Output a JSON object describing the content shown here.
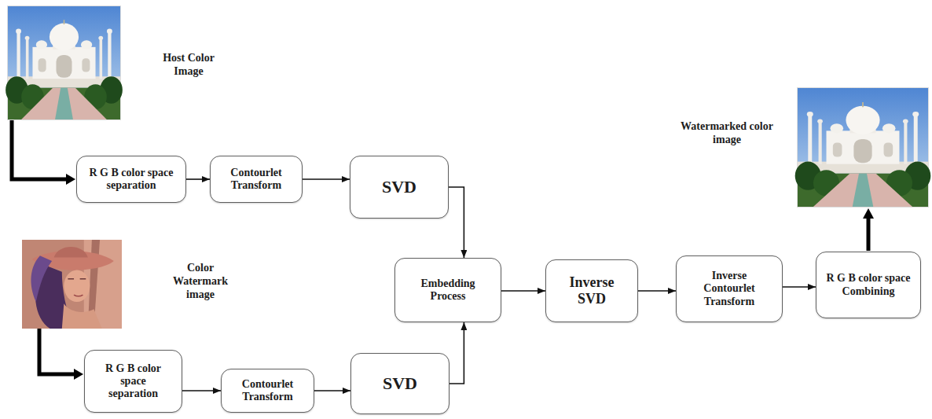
{
  "diagram": {
    "nodes": [
      {
        "text": [
          "R G B color space separation"
        ]
      },
      {
        "text": [
          "Contourlet Transform"
        ]
      },
      {
        "text": [
          "SVD"
        ]
      },
      {
        "text": [
          "R G B color space separation"
        ]
      },
      {
        "text": [
          "Contourlet Transform"
        ]
      },
      {
        "text": [
          "SVD"
        ]
      },
      {
        "text": [
          "Embedding Process"
        ]
      },
      {
        "text": [
          "Inverse SVD"
        ]
      },
      {
        "text": [
          "Inverse Contourlet Transform"
        ]
      },
      {
        "text": [
          "R G B color space Combining"
        ]
      }
    ],
    "edges": [
      {
        "from": 0,
        "to": 1,
        "arrow": "to"
      },
      {
        "from": 1,
        "to": 2,
        "arrow": "to"
      },
      {
        "from": 2,
        "to": 6,
        "arrow": "to"
      },
      {
        "from": 3,
        "to": 4,
        "arrow": "to"
      },
      {
        "from": 4,
        "to": 5,
        "arrow": "to"
      },
      {
        "from": 5,
        "to": 6,
        "arrow": "to"
      },
      {
        "from": 6,
        "to": 7,
        "arrow": "to"
      },
      {
        "from": 7,
        "to": 8,
        "arrow": "to"
      },
      {
        "from": 8,
        "to": 9,
        "arrow": "to"
      }
    ],
    "labels": [
      "Host Color Image",
      "Color Watermark image",
      "Watermarked color image"
    ]
  }
}
